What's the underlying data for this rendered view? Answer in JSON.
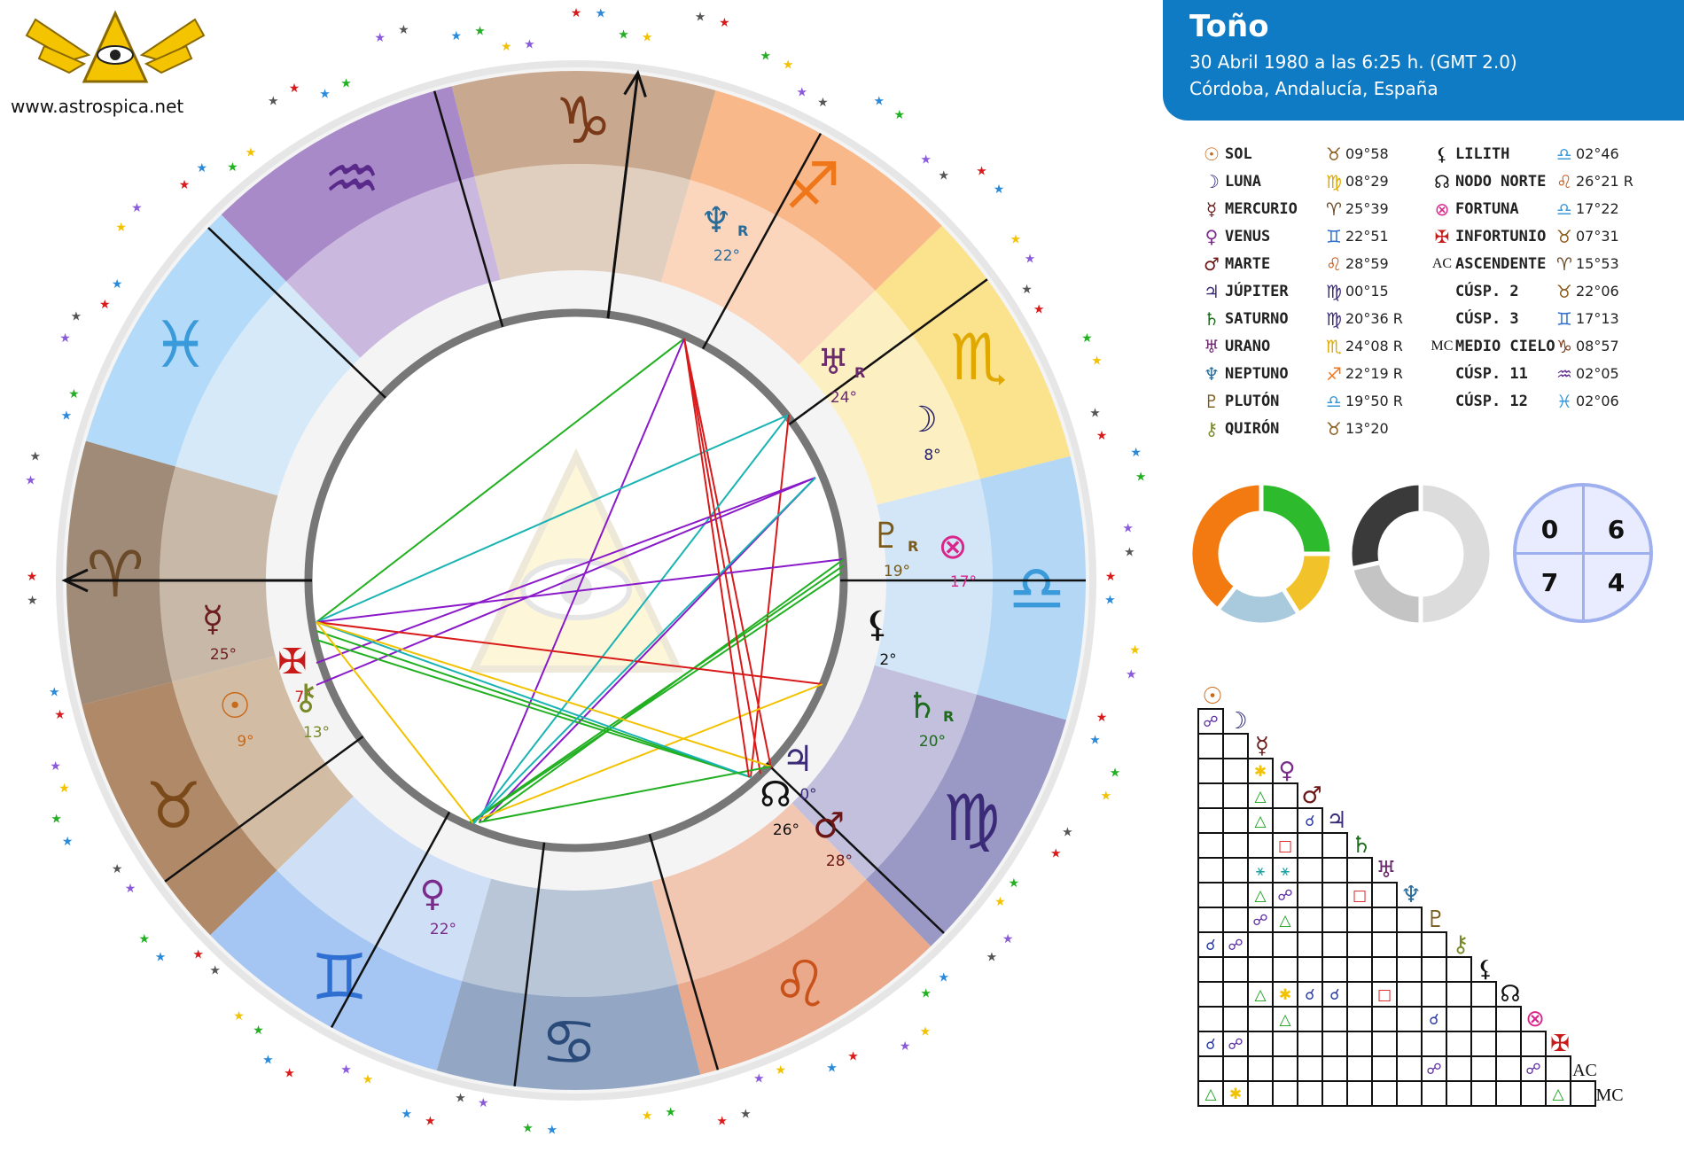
{
  "site": {
    "url": "www.astrospica.net",
    "logo_icon": "winged-eye-pyramid-logo"
  },
  "header": {
    "name": "Toño",
    "date_line": "30 Abril 1980 a las  6:25 h. (GMT 2.0)",
    "place_line": "Córdoba, Andalucía, España",
    "bg_color": "#0f7bc4"
  },
  "planets_left": [
    {
      "glyph": "☉",
      "color": "#c9691a",
      "name": "SOL",
      "sign": "♉",
      "sign_color": "#8a5a1a",
      "value": "09°58"
    },
    {
      "glyph": "☽",
      "color": "#231f6b",
      "name": "LUNA",
      "sign": "♍",
      "sign_color": "#e0a800",
      "value": "08°29"
    },
    {
      "glyph": "☿",
      "color": "#6b1f1f",
      "name": "MERCURIO",
      "sign": "♈",
      "sign_color": "#6b4a2a",
      "value": "25°39"
    },
    {
      "glyph": "♀",
      "color": "#7a2c8a",
      "name": "VENUS",
      "sign": "♊",
      "sign_color": "#2f6fd1",
      "value": "22°51"
    },
    {
      "glyph": "♂",
      "color": "#6b1515",
      "name": "MARTE",
      "sign": "♌",
      "sign_color": "#c9591a",
      "value": "28°59"
    },
    {
      "glyph": "♃",
      "color": "#3b2a78",
      "name": "JÚPITER",
      "sign": "♍",
      "sign_color": "#3b2a78",
      "value": "00°15"
    },
    {
      "glyph": "♄",
      "color": "#1e6b1e",
      "name": "SATURNO",
      "sign": "♍",
      "sign_color": "#3b2a78",
      "value": "20°36 R"
    },
    {
      "glyph": "♅",
      "color": "#6b2a6b",
      "name": "URANO",
      "sign": "♏",
      "sign_color": "#e0a800",
      "value": "24°08 R"
    },
    {
      "glyph": "♆",
      "color": "#2a6b9a",
      "name": "NEPTUNO",
      "sign": "♐",
      "sign_color": "#f0761a",
      "value": "22°19 R"
    },
    {
      "glyph": "♇",
      "color": "#7a5a1a",
      "name": "PLUTÓN",
      "sign": "♎",
      "sign_color": "#3b9ad9",
      "value": "19°50 R"
    },
    {
      "glyph": "⚷",
      "color": "#7a8a2a",
      "name": "QUIRÓN",
      "sign": "♉",
      "sign_color": "#8a5a1a",
      "value": "13°20"
    }
  ],
  "planets_right": [
    {
      "glyph": "⚸",
      "color": "#111111",
      "name": "LILITH",
      "sign": "♎",
      "sign_color": "#3b9ad9",
      "value": "02°46"
    },
    {
      "glyph": "☊",
      "color": "#111111",
      "name": "NODO NORTE",
      "sign": "♌",
      "sign_color": "#c9591a",
      "value": "26°21 R"
    },
    {
      "glyph": "⊗",
      "color": "#d9268a",
      "name": "FORTUNA",
      "sign": "♎",
      "sign_color": "#3b9ad9",
      "value": "17°22"
    },
    {
      "glyph": "✠",
      "color": "#c91a1a",
      "name": "INFORTUNIO",
      "sign": "♉",
      "sign_color": "#8a5a1a",
      "value": "07°31"
    },
    {
      "glyph": "AC",
      "color": "#111111",
      "name": "ASCENDENTE",
      "sign": "♈",
      "sign_color": "#6b4a2a",
      "value": "15°53"
    },
    {
      "glyph": "",
      "color": "#111111",
      "name": "CÚSP. 2",
      "sign": "♉",
      "sign_color": "#8a5a1a",
      "value": "22°06"
    },
    {
      "glyph": "",
      "color": "#111111",
      "name": "CÚSP. 3",
      "sign": "♊",
      "sign_color": "#2f6fd1",
      "value": "17°13"
    },
    {
      "glyph": "MC",
      "color": "#111111",
      "name": "MEDIO CIELO",
      "sign": "♑",
      "sign_color": "#7a3a1a",
      "value": "08°57"
    },
    {
      "glyph": "",
      "color": "#111111",
      "name": "CÚSP. 11",
      "sign": "♒",
      "sign_color": "#5a2a8a",
      "value": "02°05"
    },
    {
      "glyph": "",
      "color": "#111111",
      "name": "CÚSP. 12",
      "sign": "♓",
      "sign_color": "#3b9ad9",
      "value": "02°06"
    }
  ],
  "quadrants": {
    "tl": "0",
    "tr": "6",
    "bl": "7",
    "br": "4"
  },
  "zodiac_wheel": [
    {
      "sign": "♈",
      "color": "#6b4a2a",
      "outer": "#a08a78",
      "inner": "#c8b8a8"
    },
    {
      "sign": "♉",
      "color": "#7a4a1a",
      "outer": "#b08a68",
      "inner": "#d2bca4"
    },
    {
      "sign": "♊",
      "color": "#2f6fd1",
      "outer": "#a5c6f2",
      "inner": "#cfdff6"
    },
    {
      "sign": "♋",
      "color": "#2a4a7a",
      "outer": "#93a7c4",
      "inner": "#b9c6d8"
    },
    {
      "sign": "♌",
      "color": "#c9511a",
      "outer": "#e9a98a",
      "inner": "#f1c7b2"
    },
    {
      "sign": "♍",
      "color": "#3b2a78",
      "outer": "#9a98c4",
      "inner": "#c2c0dc"
    },
    {
      "sign": "♎",
      "color": "#3b9ad9",
      "outer": "#b3d7f5",
      "inner": "#d2e6f8"
    },
    {
      "sign": "♏",
      "color": "#e0a800",
      "outer": "#fbe28c",
      "inner": "#fcefc2"
    },
    {
      "sign": "♐",
      "color": "#f0761a",
      "outer": "#f9b88a",
      "inner": "#fbd6bc"
    },
    {
      "sign": "♑",
      "color": "#7a3a1a",
      "outer": "#c9a890",
      "inner": "#e0cebf"
    },
    {
      "sign": "♒",
      "color": "#5a2a8a",
      "outer": "#a98ac8",
      "inner": "#cbb8de"
    },
    {
      "sign": "♓",
      "color": "#3b9ad9",
      "outer": "#b3daf8",
      "inner": "#d5e9f9"
    }
  ],
  "wheel_planets": [
    {
      "glyph": "♆",
      "label": "22°",
      "retro": "R",
      "color": "#2a6b9a"
    },
    {
      "glyph": "♅",
      "label": "24°",
      "retro": "R",
      "color": "#6b2a6b"
    },
    {
      "glyph": "☽",
      "label": "8°",
      "retro": "",
      "color": "#231f6b"
    },
    {
      "glyph": "♇",
      "label": "19°",
      "retro": "R",
      "color": "#7a5a1a"
    },
    {
      "glyph": "⊗",
      "label": "17°",
      "retro": "",
      "color": "#d9268a"
    },
    {
      "glyph": "⚸",
      "label": "2°",
      "retro": "",
      "color": "#111111"
    },
    {
      "glyph": "♄",
      "label": "20°",
      "retro": "R",
      "color": "#1e6b1e"
    },
    {
      "glyph": "♃",
      "label": "0°",
      "retro": "",
      "color": "#3b2a78"
    },
    {
      "glyph": "☊",
      "label": "26°",
      "retro": "",
      "color": "#111111"
    },
    {
      "glyph": "♂",
      "label": "28°",
      "retro": "",
      "color": "#6b1515"
    },
    {
      "glyph": "♀",
      "label": "22°",
      "retro": "",
      "color": "#7a2c8a"
    },
    {
      "glyph": "☿",
      "label": "25°",
      "retro": "",
      "color": "#6b1f1f"
    },
    {
      "glyph": "✠",
      "label": "7°",
      "retro": "",
      "color": "#c91a1a"
    },
    {
      "glyph": "⚷",
      "label": "13°",
      "retro": "",
      "color": "#7a8a2a"
    },
    {
      "glyph": "☉",
      "label": "9°",
      "retro": "",
      "color": "#c9691a"
    }
  ],
  "aspect_grid": {
    "row_glyphs": [
      "☉",
      "☽",
      "☿",
      "♀",
      "♂",
      "♃",
      "♄",
      "♅",
      "♆",
      "♇",
      "⚷",
      "⚸",
      "☊",
      "⊗",
      "✠",
      "AC",
      "MC"
    ],
    "row_colors": [
      "#c9691a",
      "#231f6b",
      "#6b1f1f",
      "#7a2c8a",
      "#6b1515",
      "#3b2a78",
      "#1e6b1e",
      "#6b2a6b",
      "#2a6b9a",
      "#7a5a1a",
      "#7a8a2a",
      "#111111",
      "#111111",
      "#d9268a",
      "#c91a1a",
      "#111111",
      "#111111"
    ],
    "marks": [
      {
        "r": 1,
        "c": 0,
        "s": "☍",
        "col": "#5a2aa0"
      },
      {
        "r": 3,
        "c": 2,
        "s": "✱",
        "col": "#f2c200"
      },
      {
        "r": 4,
        "c": 2,
        "s": "△",
        "col": "#1aa01a"
      },
      {
        "r": 5,
        "c": 2,
        "s": "△",
        "col": "#1aa01a"
      },
      {
        "r": 5,
        "c": 4,
        "s": "☌",
        "col": "#2a3aa0"
      },
      {
        "r": 6,
        "c": 3,
        "s": "□",
        "col": "#d91a1a"
      },
      {
        "r": 7,
        "c": 2,
        "s": "⚹",
        "col": "#1aa0a0"
      },
      {
        "r": 7,
        "c": 3,
        "s": "⚹",
        "col": "#1aa0a0"
      },
      {
        "r": 8,
        "c": 2,
        "s": "△",
        "col": "#1aa01a"
      },
      {
        "r": 8,
        "c": 3,
        "s": "☍",
        "col": "#5a2aa0"
      },
      {
        "r": 8,
        "c": 6,
        "s": "□",
        "col": "#d91a1a"
      },
      {
        "r": 9,
        "c": 2,
        "s": "☍",
        "col": "#5a2aa0"
      },
      {
        "r": 9,
        "c": 3,
        "s": "△",
        "col": "#1aa01a"
      },
      {
        "r": 10,
        "c": 0,
        "s": "☌",
        "col": "#2a3aa0"
      },
      {
        "r": 10,
        "c": 1,
        "s": "☍",
        "col": "#5a2aa0"
      },
      {
        "r": 12,
        "c": 2,
        "s": "△",
        "col": "#1aa01a"
      },
      {
        "r": 12,
        "c": 3,
        "s": "✱",
        "col": "#f2c200"
      },
      {
        "r": 12,
        "c": 4,
        "s": "☌",
        "col": "#2a3aa0"
      },
      {
        "r": 12,
        "c": 5,
        "s": "☌",
        "col": "#2a3aa0"
      },
      {
        "r": 12,
        "c": 7,
        "s": "□",
        "col": "#d91a1a"
      },
      {
        "r": 13,
        "c": 3,
        "s": "△",
        "col": "#1aa01a"
      },
      {
        "r": 13,
        "c": 9,
        "s": "☌",
        "col": "#2a3aa0"
      },
      {
        "r": 14,
        "c": 0,
        "s": "☌",
        "col": "#2a3aa0"
      },
      {
        "r": 14,
        "c": 1,
        "s": "☍",
        "col": "#5a2aa0"
      },
      {
        "r": 15,
        "c": 9,
        "s": "☍",
        "col": "#5a2aa0"
      },
      {
        "r": 15,
        "c": 13,
        "s": "☍",
        "col": "#5a2aa0"
      },
      {
        "r": 16,
        "c": 0,
        "s": "△",
        "col": "#1aa01a"
      },
      {
        "r": 16,
        "c": 1,
        "s": "✱",
        "col": "#f2c200"
      },
      {
        "r": 16,
        "c": 14,
        "s": "△",
        "col": "#1aa01a"
      }
    ]
  },
  "elements_donut": [
    "#2dbb2d",
    "#f2c22a",
    "#a9c9dc",
    "#f27a10"
  ],
  "modes_donut": [
    "#dcdcdc",
    "#c4c4c4",
    "#3a3a3a"
  ]
}
